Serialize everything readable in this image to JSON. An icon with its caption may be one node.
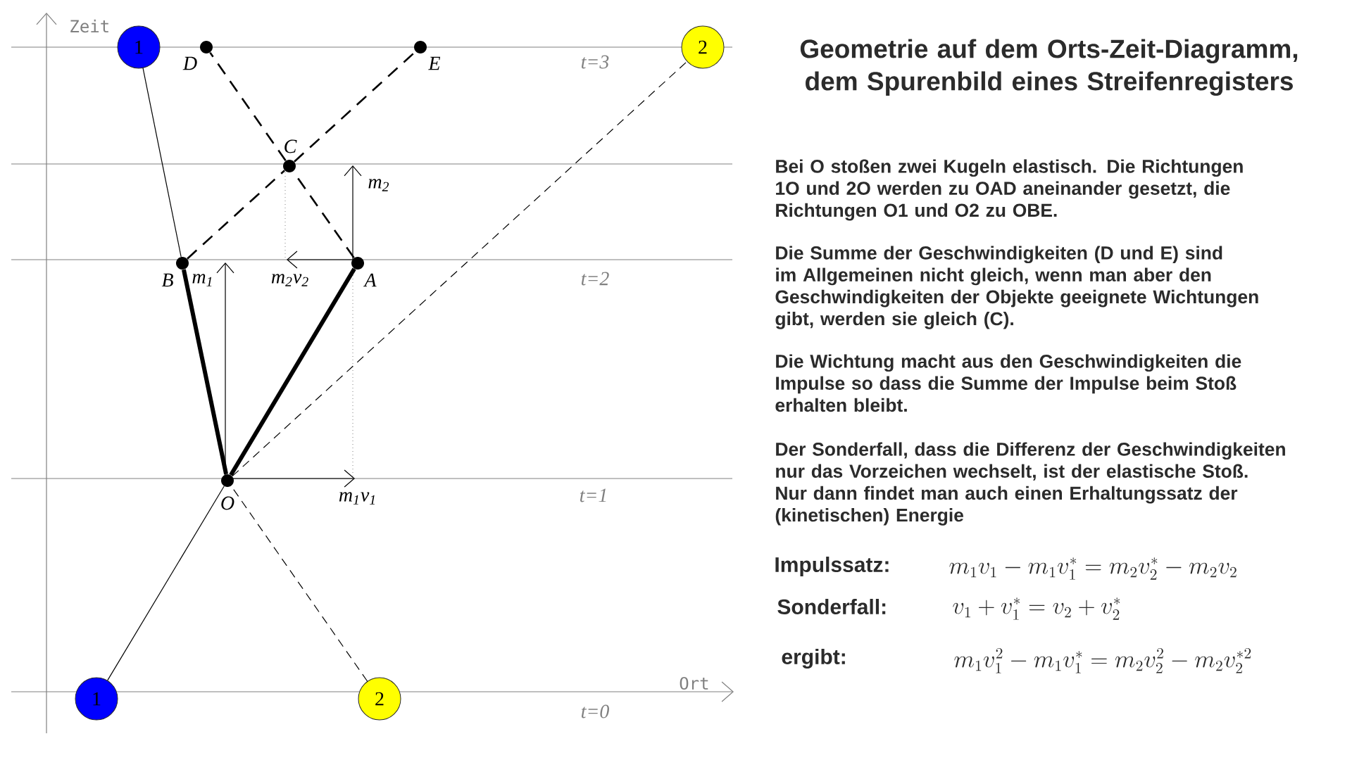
{
  "diagram": {
    "title": "Geometrie auf dem Orts-Zeit-Diagramm, dem Spurenbild eines Streifenregisters",
    "nodes": [
      {
        "text": [
          "1"
        ]
      },
      {
        "text": [],
        "shape": "circle",
        "beside": [
          "D"
        ]
      },
      {
        "text": [],
        "shape": "circle",
        "beside": [
          "E"
        ]
      },
      {
        "text": [
          "2"
        ]
      },
      {
        "text": [],
        "shape": "circle",
        "beside": [
          "C"
        ]
      },
      {
        "text": [],
        "shape": "circle",
        "beside": [
          "B"
        ]
      },
      {
        "text": [],
        "shape": "circle",
        "beside": [
          "A"
        ]
      },
      {
        "text": [],
        "shape": "circle",
        "beside": [
          "O"
        ]
      },
      {
        "text": [
          "1"
        ]
      },
      {
        "text": [
          "2"
        ]
      }
    ],
    "edges": [
      {
        "from": 8,
        "to": 7,
        "arrow": "none"
      },
      {
        "from": 9,
        "to": 7,
        "arrow": "none",
        "style": "dashed"
      },
      {
        "from": 7,
        "to": 5,
        "arrow": "none",
        "style": "thick"
      },
      {
        "from": 7,
        "to": 6,
        "arrow": "none",
        "style": "thick"
      },
      {
        "from": 5,
        "to": 0,
        "arrow": "none"
      },
      {
        "from": 7,
        "to": 3,
        "arrow": "none",
        "style": "dashed"
      },
      {
        "from": 5,
        "to": 4,
        "arrow": "none",
        "style": "dashed"
      },
      {
        "from": 4,
        "to": 2,
        "arrow": "none",
        "style": "dashed"
      },
      {
        "from": 6,
        "to": 4,
        "arrow": "none",
        "style": "dashed"
      },
      {
        "from": 4,
        "to": 1,
        "arrow": "none",
        "style": "dashed"
      }
    ],
    "labels": [
      "Zeit",
      "t=3",
      "m$_{2}$",
      "m$_{1}$",
      "m$_{2}$v$_{2}$",
      "t=2",
      "m$_{1}$v$_{1}$",
      "t=1",
      "Ort",
      "t=0",
      "Bei O stoßen zwei Kugeln elastisch. Die Richtungen 1O und 2O werden zu OAD aneinander gesetzt, die Richtungen O1 und O2 zu OBE.",
      "Die Summe der Geschwindigkeiten (D und E) sind im Allgemeinen nicht gleich, wenn man aber den Geschwindigkeiten der Objekte geeignete Wichtungen gibt, werden sie gleich (C).",
      "Die Wichtung macht aus den Geschwindigkeiten die Impulse so dass die Summe der Impulse beim Stoß erhalten bleibt.",
      "Der Sonderfall, dass die Differenz der Geschwindigkeiten nur das Vorzeichen wechselt, ist der elastische Stoß. Nur dann findet man auch einen Erhaltungssatz der (kinetischen) Energie",
      "Impulssatz:",
      "m_1v_1 - m_1v_1^{*} = m_2v_2^{*} - m_2v_2",
      "Sonderfall:",
      "v_1 + v_1^{*} = v_2 + v_2^{*}",
      "ergibt:",
      "m_1v_1^{2} - m_1v_1^{*} = m_2v_2^{2} - m_2v_2^{*2}"
    ]
  }
}
